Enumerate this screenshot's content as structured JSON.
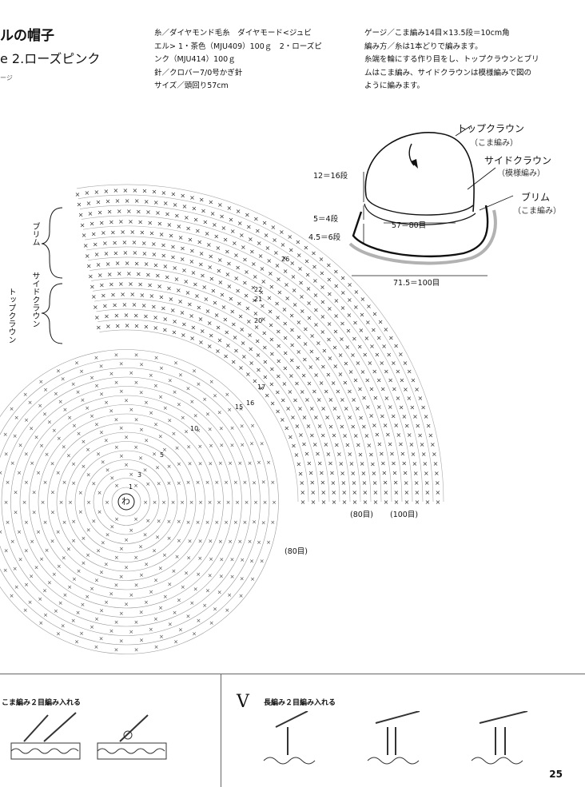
{
  "header": {
    "title": "ルの帽子",
    "subtitle": "e 2.ローズピンク",
    "tiny": "ージ"
  },
  "materials": {
    "line1": "糸／ダイヤモンド毛糸　ダイヤモード<ジュビ",
    "line2": "エル> 1・茶色（MJU409）100ｇ　2・ローズピ",
    "line3": "ンク（MJU414）100ｇ",
    "line4": "針／クロバー7/0号かぎ針",
    "line5": "サイズ／頭回り57cm"
  },
  "gauge": {
    "line1": "ゲージ／こま編み14目×13.5段＝10cm角",
    "line2": "編み方／糸は1本どりで編みます。",
    "line3": "糸端を輪にする作り目をし、トップクラウンとブリ",
    "line4": "ムはこま編み、サイドクラウンは模様編みで図の",
    "line5": "ように編みます。"
  },
  "hat_diagram": {
    "top_crown": "トップクラウン",
    "top_crown_sub": "（こま編み）",
    "side_crown": "サイドクラウン",
    "side_crown_sub": "（模様編み）",
    "brim": "ブリム",
    "brim_sub": "（こま編み）",
    "rows_12_16": "12＝16段",
    "rows_5_4": "5＝4段",
    "rows_45_6": "4.5＝6段",
    "stitches_57_80": "57＝80目",
    "stitches_715_100": "71.5＝100目"
  },
  "chart": {
    "label_brim": "ブリム",
    "label_side": "サイドクラウン",
    "label_top": "トップクラウン",
    "center": "わ",
    "row_numbers": [
      "26",
      "22",
      "21",
      "20",
      "17",
      "16",
      "15",
      "10",
      "5",
      "3",
      "1"
    ],
    "count_80a": "(80目)",
    "count_100": "(100目)",
    "count_80b": "(80目)"
  },
  "instructions": {
    "left_label": "こま編み２目編み入れる",
    "right_label": "長編み２目編み入れる",
    "symbol": "V"
  },
  "footer": {
    "page": "25"
  }
}
